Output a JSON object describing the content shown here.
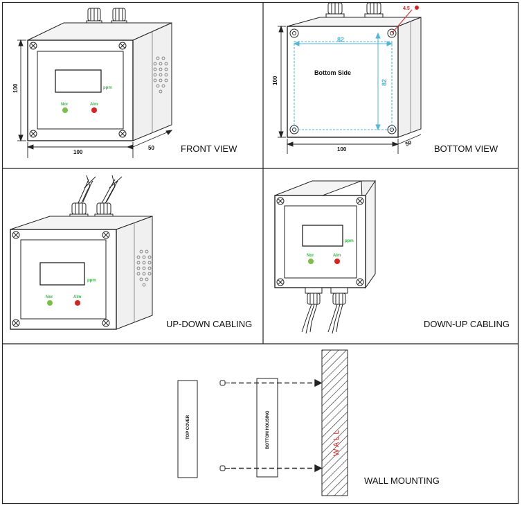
{
  "panels": {
    "front_view": {
      "title": "FRONT VIEW",
      "dim_height": "100",
      "dim_width": "100",
      "dim_depth": "50",
      "unit_label": "ppm",
      "led_normal": "Nor",
      "led_alarm": "Alm"
    },
    "bottom_view": {
      "title": "BOTTOM VIEW",
      "dim_height": "100",
      "dim_width": "100",
      "dim_depth": "50",
      "inner_width": "82",
      "inner_height": "82",
      "hole_size": "4.5",
      "center_label": "Bottom Side"
    },
    "up_down": {
      "title": "UP-DOWN CABLING",
      "unit_label": "ppm",
      "led_normal": "Nor",
      "led_alarm": "Alm"
    },
    "down_up": {
      "title": "DOWN-UP CABLING",
      "unit_label": "ppm",
      "led_normal": "Nor",
      "led_alarm": "Alm"
    },
    "wall_mounting": {
      "title": "WALL MOUNTING",
      "top_cover": "TOP COVER",
      "bottom_housing": "BOTTOM HOUSING",
      "wall_text": "W A L L"
    }
  },
  "colors": {
    "grid_line": "#222222",
    "normal_led": "#7ac143",
    "alarm_led": "#e02020",
    "cyan_dim": "#4fb7d8",
    "green_text": "#39b54a"
  }
}
